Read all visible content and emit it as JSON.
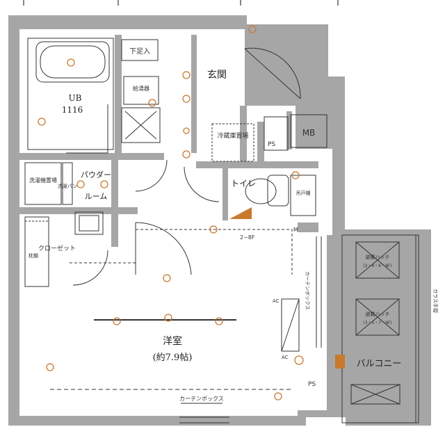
{
  "rooms": {
    "bath": {
      "name": "UB",
      "size": "1116"
    },
    "entrance": {
      "name": "玄関"
    },
    "shoe_box": {
      "name": "下足入"
    },
    "mb": {
      "name": "MB"
    },
    "ps_top": {
      "name": "PS"
    },
    "fridge": {
      "name": "冷蔵庫置場"
    },
    "water_heater": {
      "name": "給湯器"
    },
    "powder_line1": {
      "name": "パウダー"
    },
    "powder_line2": {
      "name": "ルーム"
    },
    "washer": {
      "name": "洗濯機置場"
    },
    "washer_pan": {
      "name": "洗濯パン"
    },
    "toilet": {
      "name": "トイレ"
    },
    "toilet_cabinet": {
      "name": "吊戸棚"
    },
    "closet": {
      "name": "クローゼット"
    },
    "closet_shelf": {
      "name": "枕棚"
    },
    "western_room": {
      "name": "洋室",
      "area": "(約7.9帖)"
    },
    "balcony": {
      "name": "バルコニー"
    },
    "ps_bottom": {
      "name": "PS"
    }
  },
  "annotations": {
    "ceiling_height": "2~8F",
    "curtain_box_vertical": "カーテンボックス",
    "curtain_box_bottom": "カーテンボックス",
    "hatch_upper": "避難ハッチ",
    "hatch_upper_floors": "(2・4・6・8F)",
    "hatch_lower": "避難ハッチ",
    "hatch_lower_floors": "(3・5・7・9F)",
    "glass_rail": "ガラス手摺",
    "ac_upper": "AC",
    "ac_lower": "AC",
    "m_mark": "M"
  }
}
